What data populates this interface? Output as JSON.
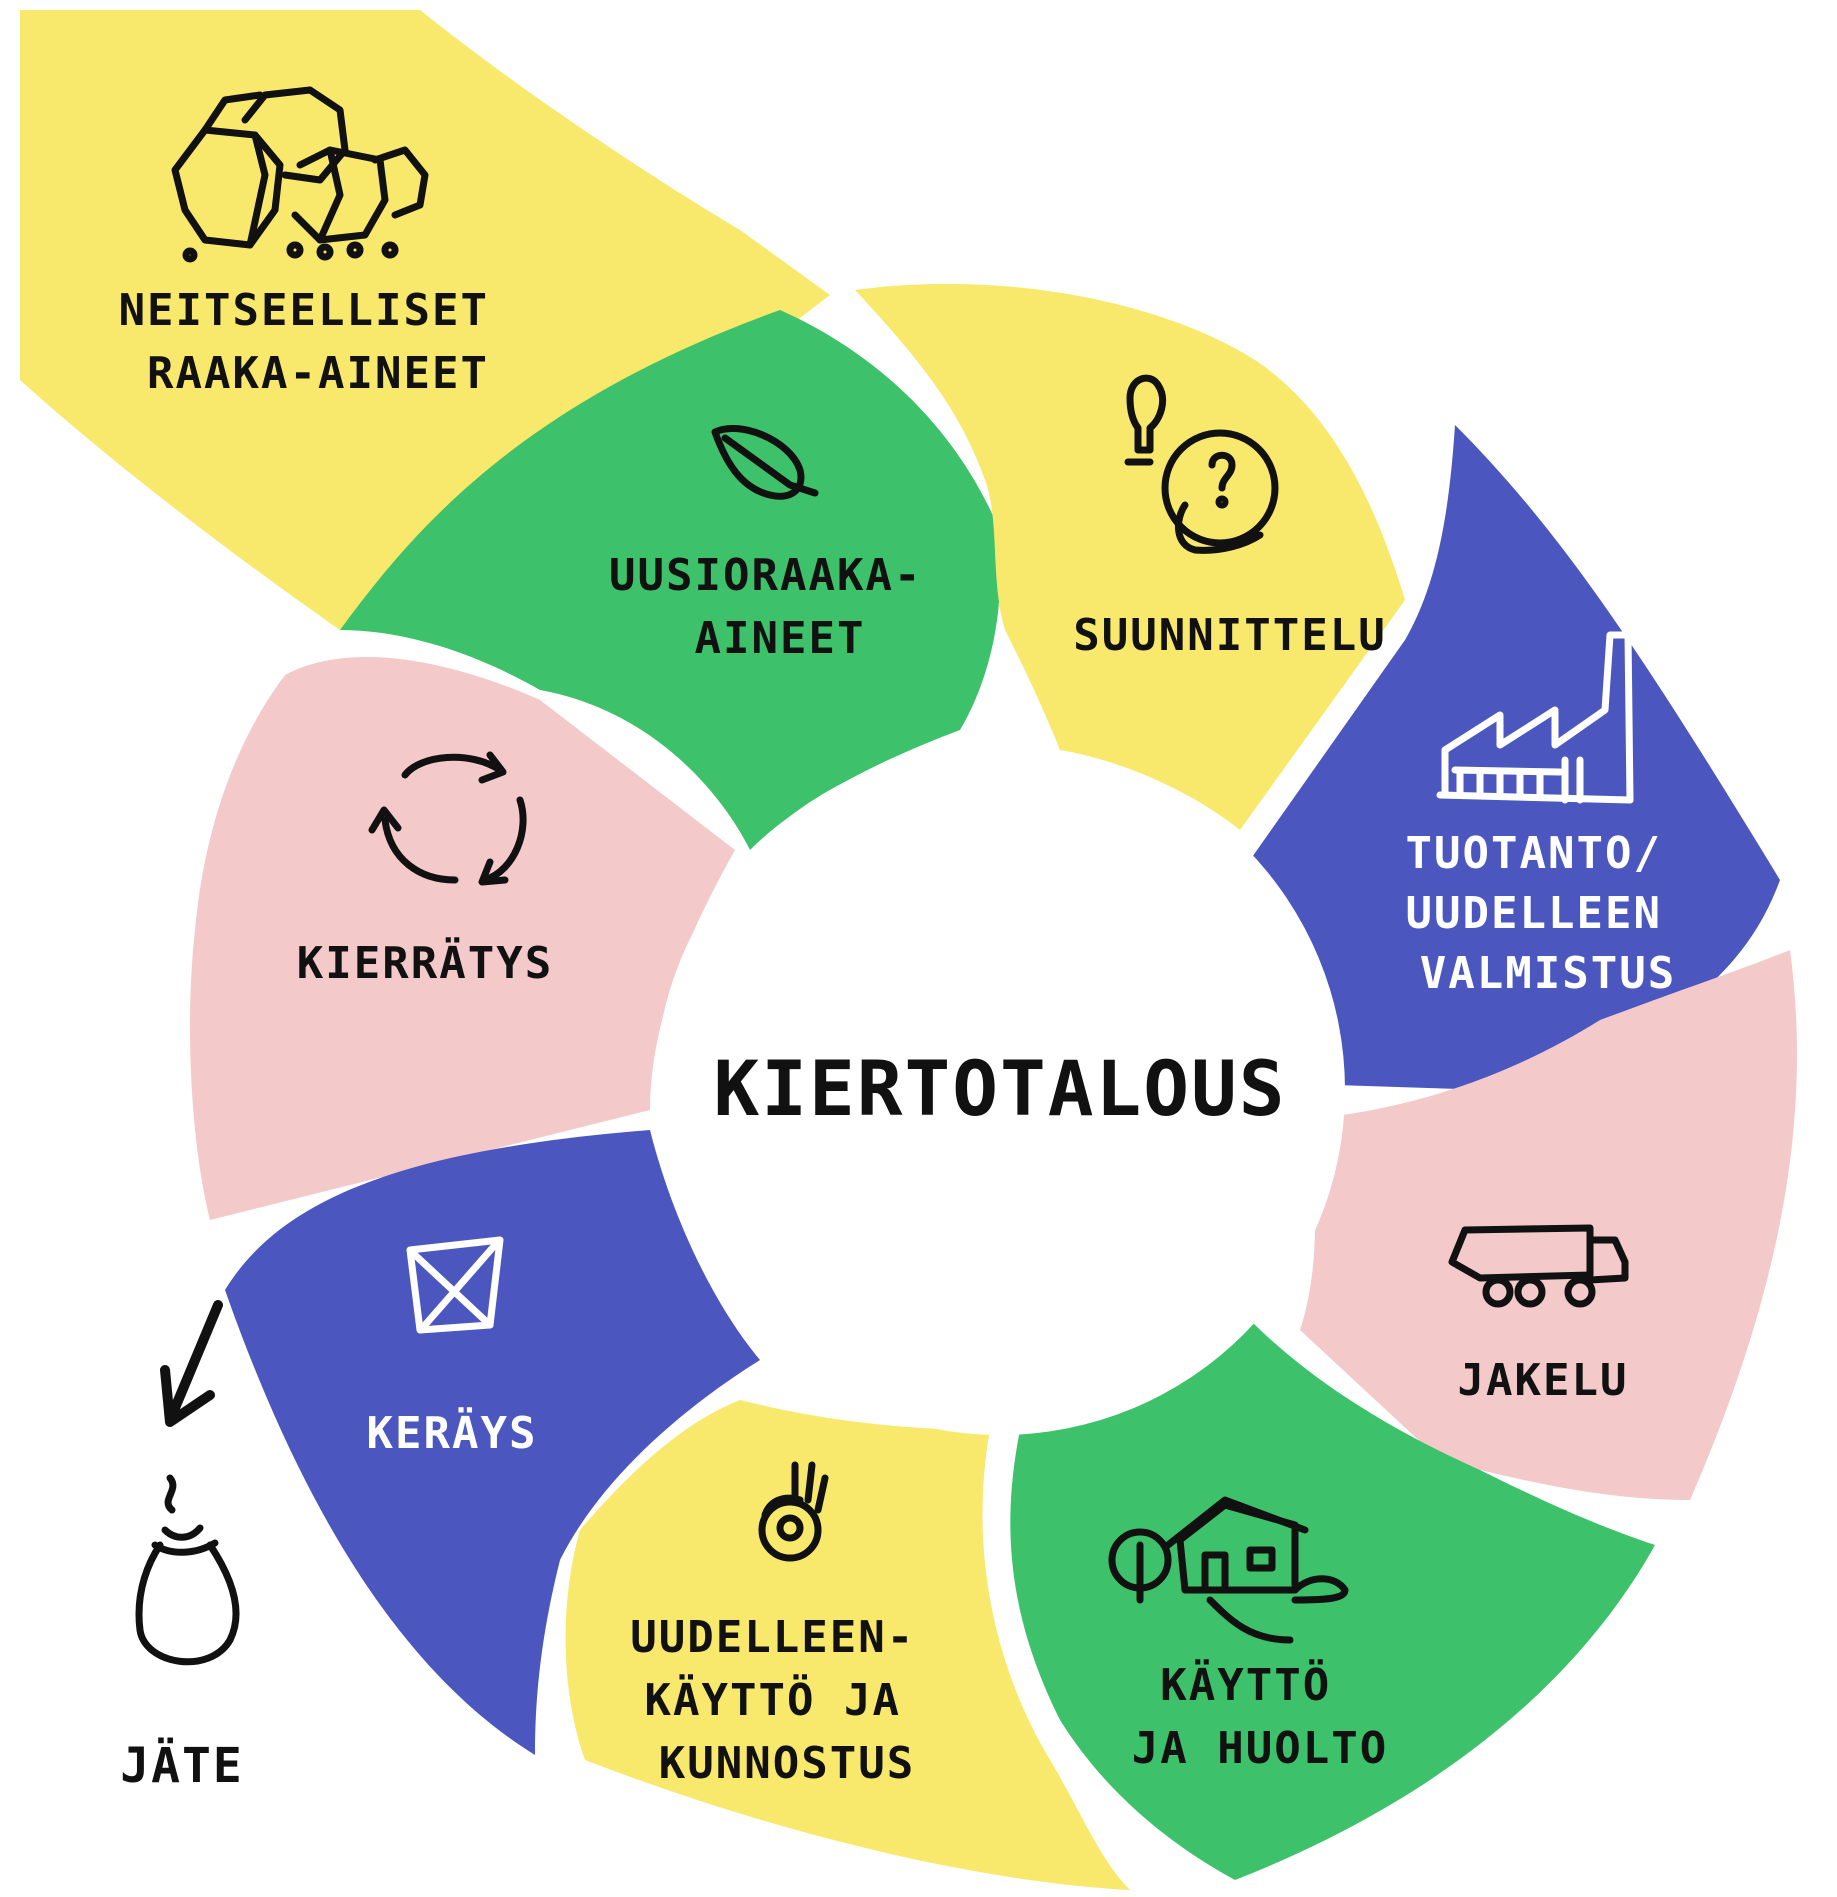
{
  "colors": {
    "yellow": "#F8E96C",
    "green": "#3DC26B",
    "blue": "#4B57BF",
    "pink": "#F3C9C9",
    "white": "#FFFFFF",
    "ink": "#111111"
  },
  "center": {
    "label": "KIERTOTALOUS"
  },
  "inflow": {
    "lines": [
      "NEITSEELLISET",
      "RAAKA-AINEET"
    ],
    "icon": "rocks-icon"
  },
  "segments": [
    {
      "id": "uusioraaka",
      "lines": [
        "UUSIORAAKA-",
        "AINEET"
      ],
      "icon": "leaf-icon",
      "color": "green",
      "text_color": "#111111"
    },
    {
      "id": "suunnittelu",
      "lines": [
        "SUUNNITTELU"
      ],
      "icon": "lightbulb-thinking-icon",
      "color": "yellow",
      "text_color": "#111111"
    },
    {
      "id": "tuotanto",
      "lines": [
        "TUOTANTO/",
        "UUDELLEEN",
        "VALMISTUS"
      ],
      "icon": "factory-icon",
      "color": "blue",
      "text_color": "#FFFFFF"
    },
    {
      "id": "jakelu",
      "lines": [
        "JAKELU"
      ],
      "icon": "truck-icon",
      "color": "pink",
      "text_color": "#111111"
    },
    {
      "id": "kaytto",
      "lines": [
        "KÄYTTÖ",
        "JA HUOLTO"
      ],
      "icon": "house-icon",
      "color": "green",
      "text_color": "#111111"
    },
    {
      "id": "uudelleenkaytto",
      "lines": [
        "UUDELLEEN-",
        "KÄYTTÖ JA",
        "KUNNOSTUS"
      ],
      "icon": "ok-hand-icon",
      "color": "yellow",
      "text_color": "#111111"
    },
    {
      "id": "keraays",
      "lines": [
        "KERÄYS"
      ],
      "icon": "bin-icon",
      "color": "blue",
      "text_color": "#FFFFFF"
    },
    {
      "id": "kierratys",
      "lines": [
        "KIERRÄTYS"
      ],
      "icon": "recycle-arrows-icon",
      "color": "pink",
      "text_color": "#111111"
    }
  ],
  "outflow": {
    "label": "JÄTE",
    "icon": "trash-bag-icon",
    "arrow_icon": "arrow-down-left-icon"
  }
}
